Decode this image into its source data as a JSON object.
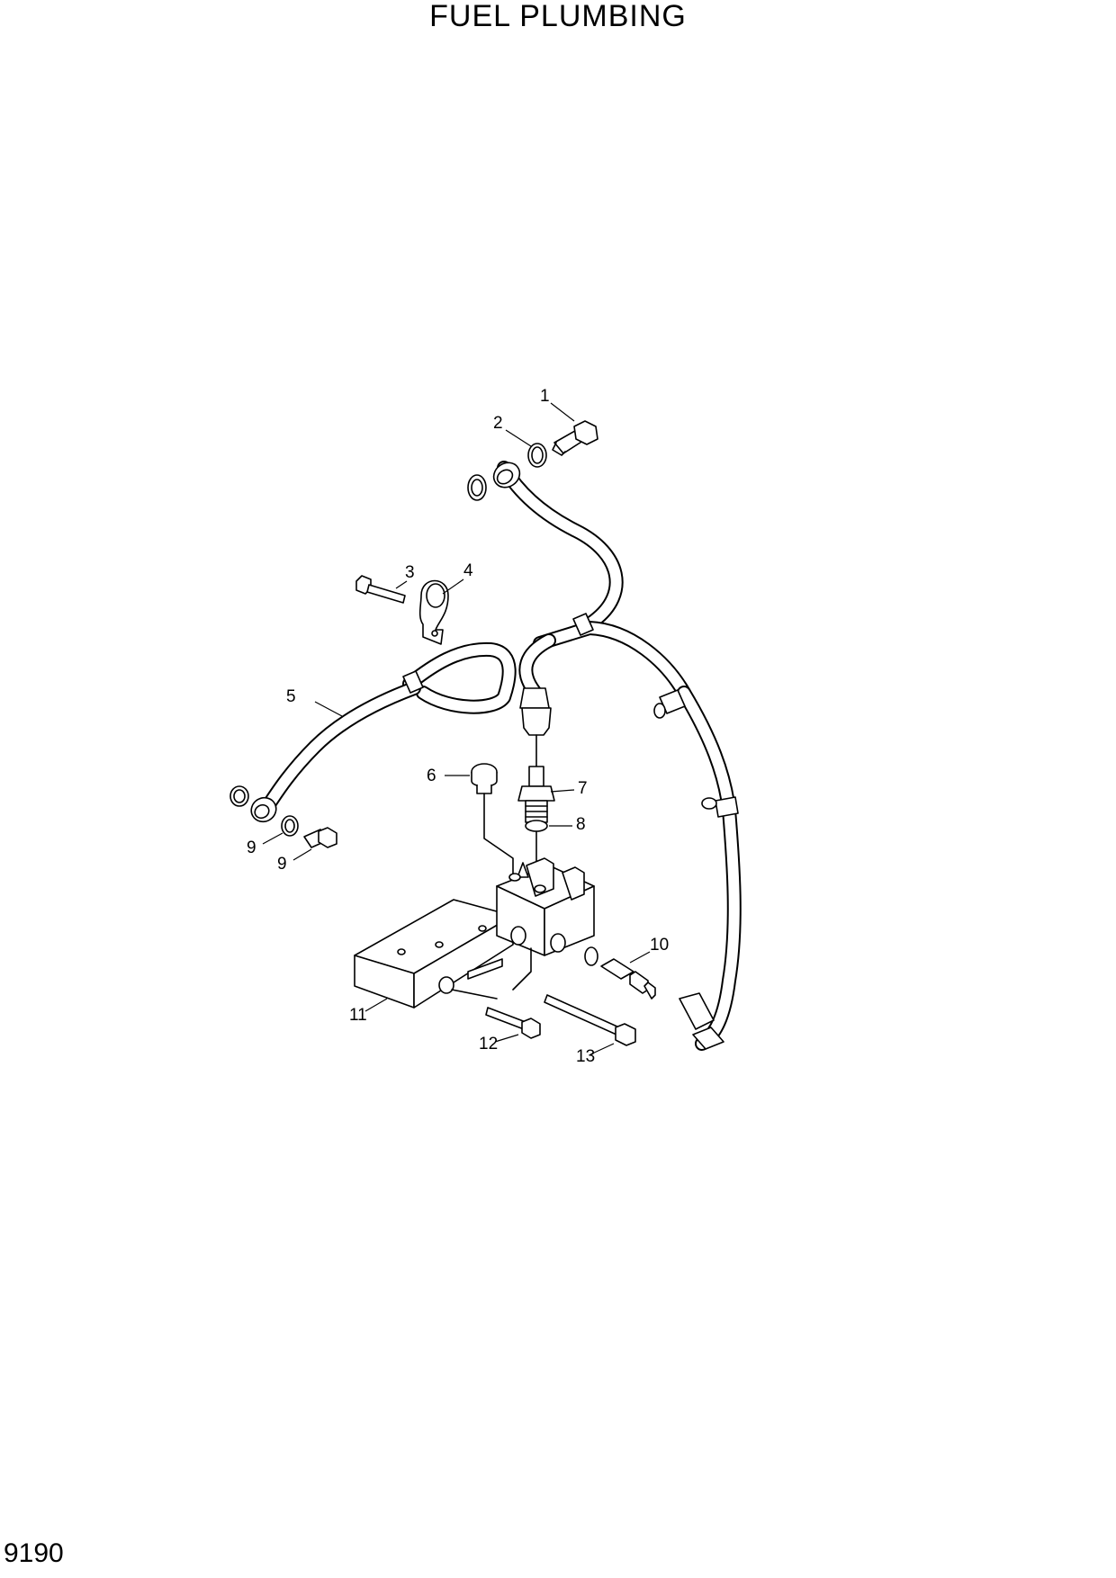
{
  "title": "FUEL PLUMBING",
  "page_number": "9190",
  "callouts": [
    "1",
    "2",
    "3",
    "4",
    "5",
    "6",
    "7",
    "8",
    "9",
    "9",
    "10",
    "11",
    "12",
    "13"
  ]
}
